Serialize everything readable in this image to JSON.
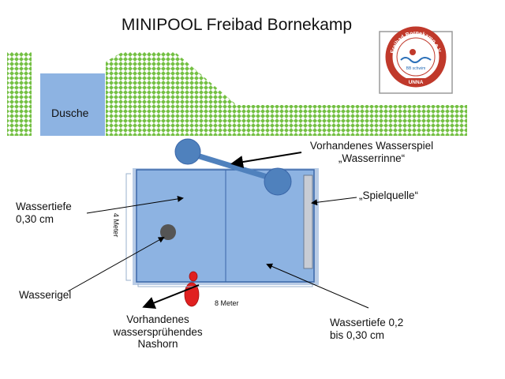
{
  "title": "MINIPOOL Freibad Bornekamp",
  "logo": {
    "ring_text": "Freibad Bornekamp e.V.",
    "inner_text": "BB schwim",
    "banner_text": "UNNA",
    "colors": {
      "ring": "#c0392b",
      "frame": "#9a9a9a"
    }
  },
  "labels": {
    "dusche": "Dusche",
    "wasserspiel_line1": "Vorhandenes Wasserspiel",
    "wasserspiel_line2": "„Wasserrinne“",
    "spielquelle": "„Spielquelle“",
    "tiefe_left_line1": "Wassertiefe",
    "tiefe_left_line2": "0,30 cm",
    "wasserigel": "Wasserigel",
    "nashorn_line1": "Vorhandenes",
    "nashorn_line2": "wassersprühendes",
    "nashorn_line3": "Nashorn",
    "tiefe_right_line1": "Wassertiefe 0,2",
    "tiefe_right_line2": "bis  0,30 cm",
    "dim_width": "8 Meter",
    "dim_height": "4 Meter"
  },
  "colors": {
    "grass": "#74c043",
    "pool": "#8db3e2",
    "pool_border": "#3a66a8",
    "spray": "#4f81bd",
    "nashorn": "#e02020",
    "igel": "#555555",
    "spielquelle": "#c8ccd4"
  }
}
